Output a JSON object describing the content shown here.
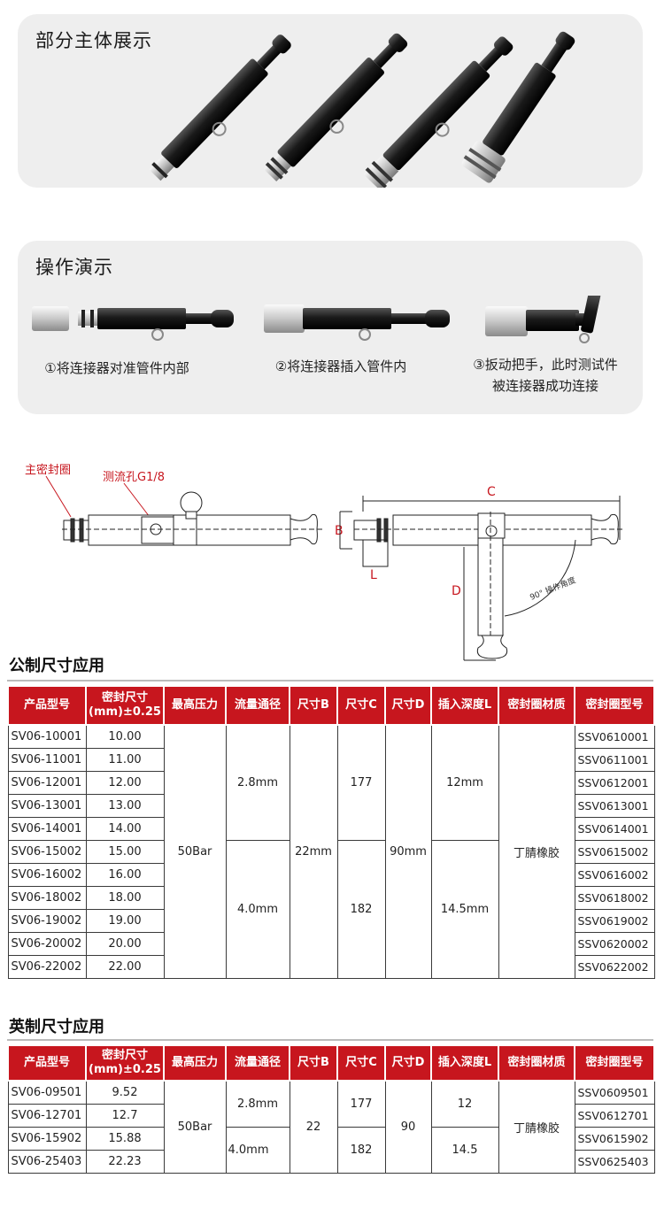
{
  "panel1": {
    "title": "部分主体展示"
  },
  "panel2": {
    "title": "操作演示",
    "steps": [
      {
        "line1": "①将连接器对准管件内部",
        "line2": ""
      },
      {
        "line1": "②将连接器插入管件内",
        "line2": ""
      },
      {
        "line1": "③扳动把手，此时测试件",
        "line2": "被连接器成功连接"
      }
    ]
  },
  "diagram": {
    "main_seal_label": "主密封圈",
    "flow_hole_label": "测流孔G1/8",
    "dim_b": "B",
    "dim_c": "C",
    "dim_d": "D",
    "dim_l": "L",
    "angle_label": "90° 操作角度"
  },
  "colors": {
    "header_red": "#c7161e",
    "label_red": "#c7161e",
    "panel_gray": "#eeeeee"
  },
  "metric": {
    "title": "公制尺寸应用",
    "headers": [
      "产品型号",
      "密封尺寸(mm)±0.25",
      "最高压力",
      "流量通径",
      "尺寸B",
      "尺寸C",
      "尺寸D",
      "插入深度L",
      "密封圈材质",
      "密封圈型号"
    ],
    "header_seal_line1": "密封尺寸",
    "header_seal_line2": "(mm)±0.25",
    "rows": [
      {
        "model": "SV06-10001",
        "size": "10.00",
        "seal": "SSV0610001"
      },
      {
        "model": "SV06-11001",
        "size": "11.00",
        "seal": "SSV0611001"
      },
      {
        "model": "SV06-12001",
        "size": "12.00",
        "seal": "SSV0612001"
      },
      {
        "model": "SV06-13001",
        "size": "13.00",
        "seal": "SSV0613001"
      },
      {
        "model": "SV06-14001",
        "size": "14.00",
        "seal": "SSV0614001"
      },
      {
        "model": "SV06-15002",
        "size": "15.00",
        "seal": "SSV0615002"
      },
      {
        "model": "SV06-16002",
        "size": "16.00",
        "seal": "SSV0616002"
      },
      {
        "model": "SV06-18002",
        "size": "18.00",
        "seal": "SSV0618002"
      },
      {
        "model": "SV06-19002",
        "size": "19.00",
        "seal": "SSV0619002"
      },
      {
        "model": "SV06-20002",
        "size": "20.00",
        "seal": "SSV0620002"
      },
      {
        "model": "SV06-22002",
        "size": "22.00",
        "seal": "SSV0622002"
      }
    ],
    "pressure": "50Bar",
    "flow_a": "2.8mm",
    "flow_b": "4.0mm",
    "dim_b": "22mm",
    "dim_c_a": "177",
    "dim_c_b": "182",
    "dim_d": "90mm",
    "depth_a": "12mm",
    "depth_b": "14.5mm",
    "material": "丁腈橡胶"
  },
  "imperial": {
    "title": "英制尺寸应用",
    "rows": [
      {
        "model": "SV06-09501",
        "size": "9.52",
        "seal": "SSV0609501"
      },
      {
        "model": "SV06-12701",
        "size": "12.7",
        "seal": "SSV0612701"
      },
      {
        "model": "SV06-15902",
        "size": "15.88",
        "seal": "SSV0615902"
      },
      {
        "model": "SV06-25403",
        "size": "22.23",
        "seal": "SSV0625403"
      }
    ],
    "pressure": "50Bar",
    "flow_a": "2.8mm",
    "flow_b": "4.0mm",
    "dim_b": "22",
    "dim_c_a": "177",
    "dim_c_b": "182",
    "dim_d": "90",
    "depth_a": "12",
    "depth_b": "14.5",
    "material": "丁腈橡胶"
  }
}
